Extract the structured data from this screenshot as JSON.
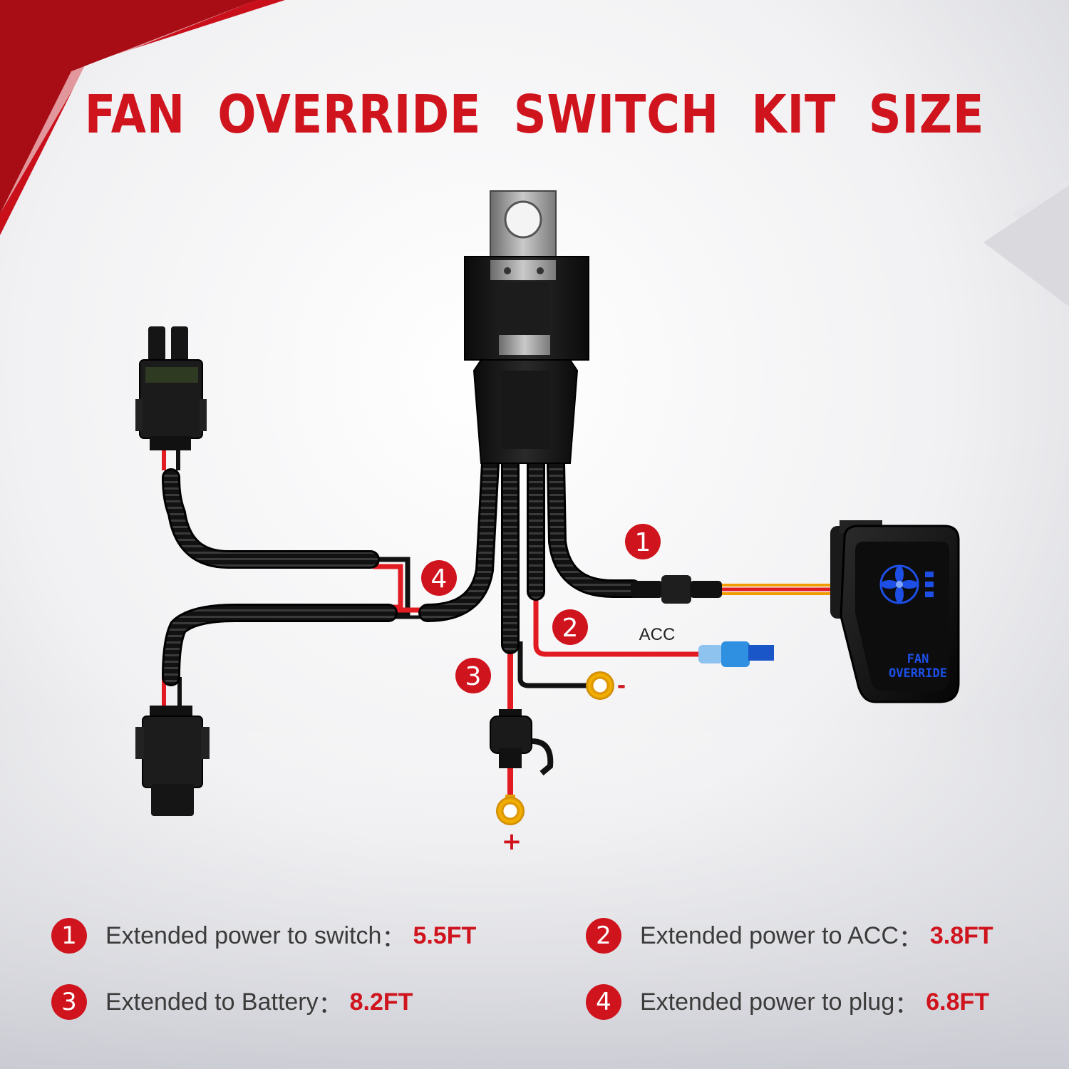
{
  "title": "FAN  OVERRIDE  SWITCH  KIT  SIZE",
  "colors": {
    "accent_red": "#d0141e",
    "switch_blue": "#1d4fe6",
    "terminal_yellow": "#f2a800"
  },
  "callouts": {
    "c1": "1",
    "c2": "2",
    "c3": "3",
    "c4": "4"
  },
  "labels": {
    "acc": "ACC",
    "minus": "-",
    "plus": "+"
  },
  "switch_text": {
    "line1": "FAN",
    "line2": "OVERRIDE"
  },
  "legend": [
    {
      "num": "1",
      "text": "Extended power to switch",
      "sep": "：",
      "value": "5.5FT"
    },
    {
      "num": "2",
      "text": "Extended power to ACC",
      "sep": "：",
      "value": "3.8FT"
    },
    {
      "num": "3",
      "text": "Extended to Battery",
      "sep": "：",
      "value": "8.2FT"
    },
    {
      "num": "4",
      "text": "Extended power to plug",
      "sep": "：",
      "value": "6.8FT"
    }
  ]
}
